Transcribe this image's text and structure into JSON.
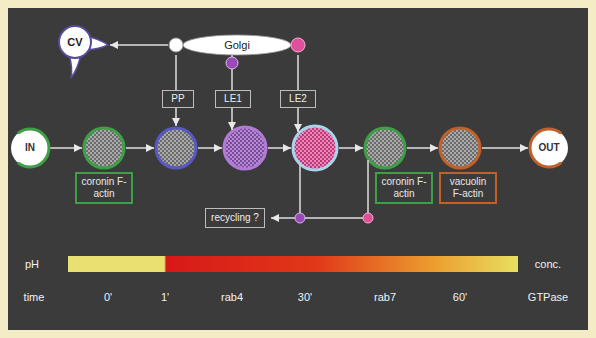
{
  "diagram": {
    "nodes": [
      {
        "text": [
          "CV"
        ]
      },
      {
        "text": [
          "Golgi"
        ]
      },
      {
        "text": [
          "PP"
        ]
      },
      {
        "text": [
          "LE1"
        ]
      },
      {
        "text": [
          "LE2"
        ]
      },
      {
        "text": [
          "IN"
        ]
      },
      {
        "text": [
          "OUT"
        ]
      },
      {
        "text": [
          "coronin F-actin"
        ]
      },
      {
        "text": [
          "coronin F-actin"
        ]
      },
      {
        "text": [
          "vacuolin F-actin"
        ]
      },
      {
        "text": [
          "recycling ?"
        ]
      }
    ],
    "edges": [
      {
        "from": 1,
        "to": 0,
        "arrow": "to"
      },
      {
        "from": 1,
        "to": 2,
        "arrow": "none"
      },
      {
        "from": 1,
        "to": 3,
        "arrow": "none"
      },
      {
        "from": 1,
        "to": 4,
        "arrow": "none"
      }
    ],
    "labels": [
      "pH",
      "conc.",
      "time",
      "0'",
      "1'",
      "rab4",
      "30'",
      "rab7",
      "60'",
      "GTPase"
    ]
  }
}
